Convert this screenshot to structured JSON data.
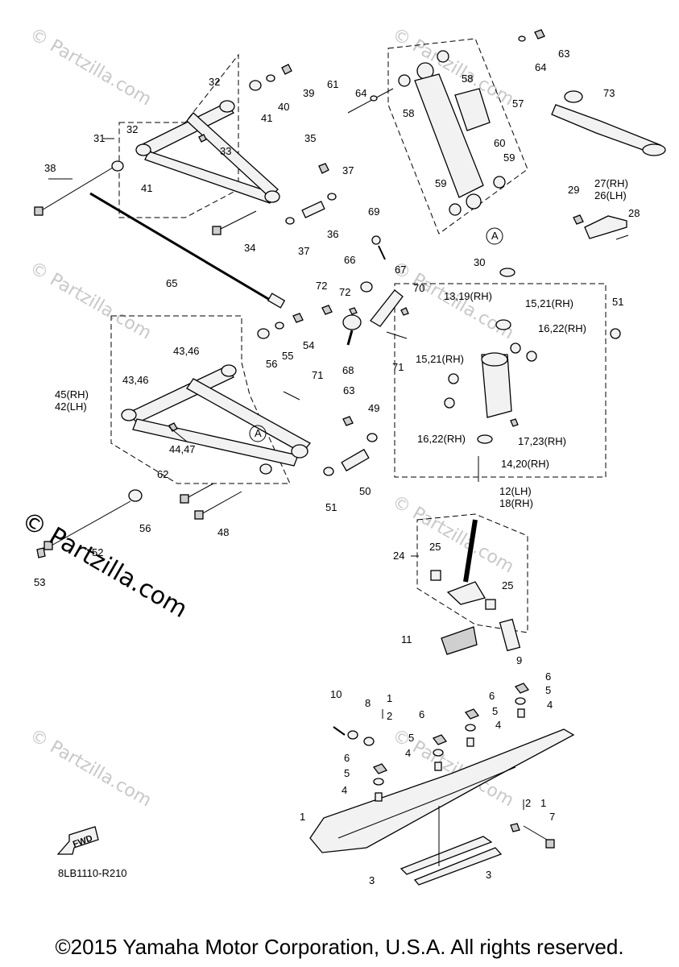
{
  "watermark": "© Partzilla.com",
  "diagram_code": "8LB1110-R210",
  "copyright": "©2015 Yamaha Motor Corporation, U.S.A. All rights reserved.",
  "callouts": {
    "c1": "1",
    "c1b": "1",
    "c1c": "1",
    "c2": "2",
    "c2b": "2",
    "c3a": "3",
    "c3b": "3",
    "c4a": "4",
    "c4b": "4",
    "c4c": "4",
    "c4d": "4",
    "c5a": "5",
    "c5b": "5",
    "c5c": "5",
    "c5d": "5",
    "c6a": "6",
    "c6b": "6",
    "c6c": "6",
    "c6d": "6",
    "c7": "7",
    "c8": "8",
    "c9": "9",
    "c10": "10",
    "c11": "11",
    "c12": "12(LH)",
    "c18": "18(RH)",
    "c13": "13,19(RH)",
    "c14": "14,20(RH)",
    "c15a": "15,21(RH)",
    "c15b": "15,21(RH)",
    "c16a": "16,22(RH)",
    "c16b": "16,22(RH)",
    "c17": "17,23(RH)",
    "c24": "24",
    "c25a": "25",
    "c25b": "25",
    "c26": "26(LH)",
    "c27": "27(RH)",
    "c28": "28",
    "c29": "29",
    "c30": "30",
    "c31": "31",
    "c32a": "32",
    "c32b": "32",
    "c33": "33",
    "c34": "34",
    "c35": "35",
    "c36": "36",
    "c37a": "37",
    "c37b": "37",
    "c38": "38",
    "c39": "39",
    "c40": "40",
    "c41a": "41",
    "c41b": "41",
    "c42": "42(LH)",
    "c45": "45(RH)",
    "c43a": "43,46",
    "c43b": "43,46",
    "c44": "44,47",
    "c48": "48",
    "c49": "49",
    "c50": "50",
    "c51a": "51",
    "c51b": "51",
    "c52": "52",
    "c53": "53",
    "c54": "54",
    "c55": "55",
    "c56a": "56",
    "c56b": "56",
    "c57": "57",
    "c58a": "58",
    "c58b": "58",
    "c59a": "59",
    "c59b": "59",
    "c60": "60",
    "c61": "61",
    "c62": "62",
    "c63a": "63",
    "c63b": "63",
    "c64a": "64",
    "c64b": "64",
    "c65": "65",
    "c66": "66",
    "c67": "67",
    "c68": "68",
    "c69": "69",
    "c70": "70",
    "c71a": "71",
    "c71b": "71",
    "c72a": "72",
    "c72b": "72",
    "c73": "73",
    "ref_a1": "A",
    "ref_a2": "A",
    "fwd": "FWD"
  }
}
